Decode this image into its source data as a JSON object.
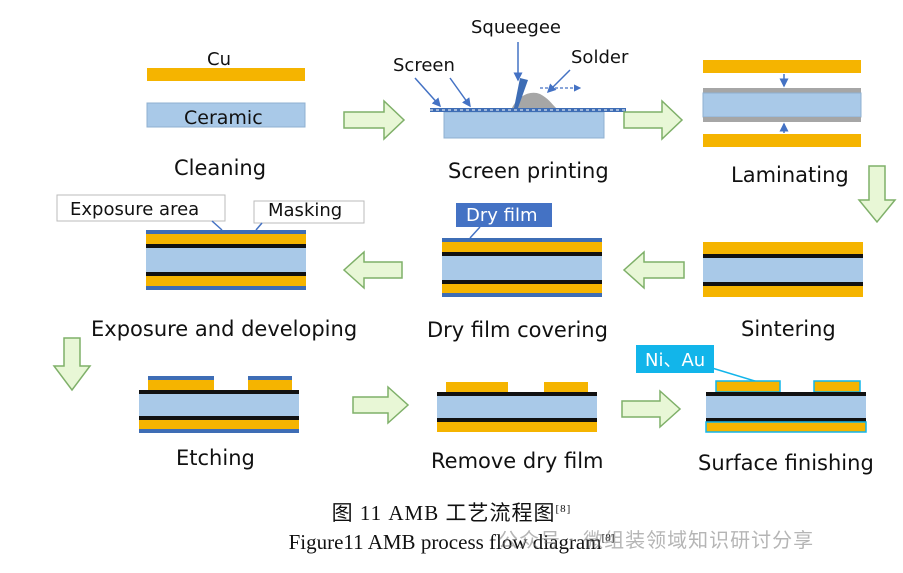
{
  "colors": {
    "copper": "#F5B400",
    "ceramic": "#A9C9E8",
    "ceramic_border": "#8FB0D0",
    "black_layer": "#111111",
    "dry_film": "#3E6DB5",
    "callout_blue": "#4472C4",
    "nickel_gold_callout": "#12B5EA",
    "arrow_fill": "#E8F7D6",
    "arrow_stroke": "#7FB069",
    "bonding_gray": "#A6A6A6"
  },
  "stages": {
    "cleaning": "Cleaning",
    "screen_printing": "Screen printing",
    "laminating": "Laminating",
    "sintering": "Sintering",
    "dry_film_covering": "Dry film covering",
    "exposure_developing": "Exposure and developing",
    "etching": "Etching",
    "remove_dry_film": "Remove dry film",
    "surface_finishing": "Surface finishing"
  },
  "labels": {
    "cu": "Cu",
    "ceramic": "Ceramic",
    "squeegee": "Squeegee",
    "screen": "Screen",
    "solder": "Solder",
    "dry_film": "Dry film",
    "exposure_area": "Exposure area",
    "masking": "Masking",
    "ni_au": "Ni、Au"
  },
  "caption": {
    "cn_text": "图 11 AMB 工艺流程图",
    "cn_ref": "[8]",
    "en_text": "Figure11 AMB process flow diagram",
    "en_ref": "[8]"
  },
  "watermark": "公众号 · 微组装领域知识研讨分享"
}
